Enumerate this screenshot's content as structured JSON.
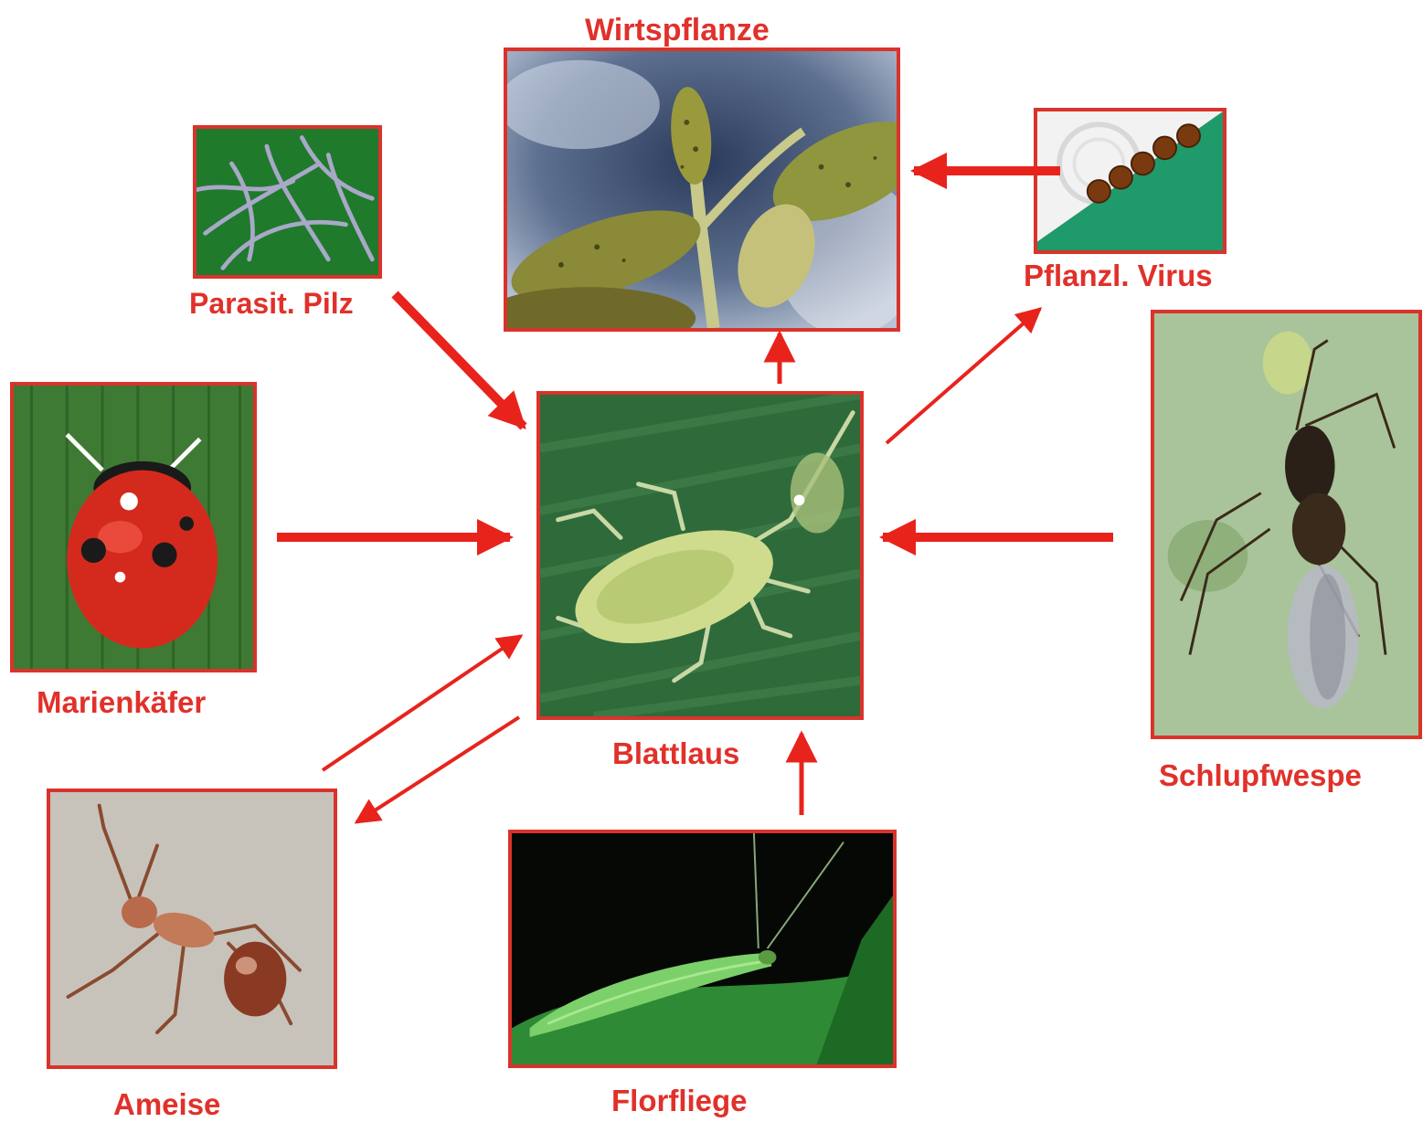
{
  "diagram": {
    "accent_color": "#e0312a",
    "nodes": {
      "wirtspflanze": {
        "label": "Wirtspflanze",
        "icon": "host-plant-photo"
      },
      "parasit_pilz": {
        "label": "Parasit. Pilz",
        "icon": "fungus-photo"
      },
      "pflanzl_virus": {
        "label": "Pflanzl. Virus",
        "icon": "virus-photo"
      },
      "marienkaefer": {
        "label": "Marienkäfer",
        "icon": "ladybug-photo"
      },
      "blattlaus": {
        "label": "Blattlaus",
        "icon": "aphid-photo"
      },
      "schlupfwespe": {
        "label": "Schlupfwespe",
        "icon": "wasp-photo"
      },
      "ameise": {
        "label": "Ameise",
        "icon": "ant-photo"
      },
      "florfliege": {
        "label": "Florfliege",
        "icon": "lacewing-photo"
      }
    },
    "edges": [
      {
        "from": "blattlaus",
        "to": "wirtspflanze"
      },
      {
        "from": "pflanzl_virus",
        "to": "wirtspflanze"
      },
      {
        "from": "blattlaus",
        "to": "pflanzl_virus"
      },
      {
        "from": "parasit_pilz",
        "to": "blattlaus"
      },
      {
        "from": "marienkaefer",
        "to": "blattlaus"
      },
      {
        "from": "schlupfwespe",
        "to": "blattlaus"
      },
      {
        "from": "ameise",
        "to": "blattlaus"
      },
      {
        "from": "blattlaus",
        "to": "ameise"
      },
      {
        "from": "florfliege",
        "to": "blattlaus"
      }
    ]
  }
}
